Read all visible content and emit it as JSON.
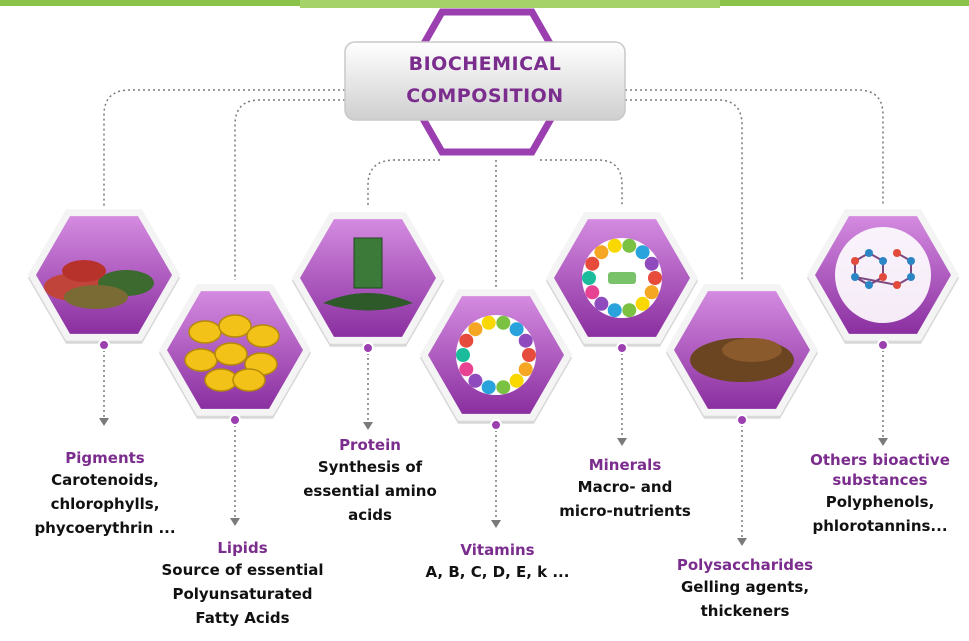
{
  "title": "BIOCHEMICAL\nCOMPOSITION",
  "colors": {
    "accent": "#7b2d8e",
    "border_green": "#8bc34a",
    "connector": "#7a7a7a",
    "hex_fill": "#b04fc0"
  },
  "components": [
    {
      "id": "pigments",
      "title": "Pigments",
      "description": "Carotenoids,\nchlorophylls,\nphycoerythrin ...",
      "image_icon": "pigment-powders-icon"
    },
    {
      "id": "lipids",
      "title": "Lipids",
      "description": "Source of essential\nPolyunsaturated\nFatty Acids",
      "image_icon": "oil-capsules-icon"
    },
    {
      "id": "protein",
      "title": "Protein",
      "description": "Synthesis of\nessential amino\nacids",
      "image_icon": "green-drink-icon"
    },
    {
      "id": "vitamins",
      "title": "Vitamins",
      "description": "A, B, C, D, E, k ...",
      "image_icon": "vitamin-circle-icon"
    },
    {
      "id": "minerals",
      "title": "Minerals",
      "description": "Macro- and\nmicro-nutrients",
      "image_icon": "mineral-circle-icon"
    },
    {
      "id": "polysaccharides",
      "title": "Polysaccharides",
      "description": "Gelling agents,\nthickeners",
      "image_icon": "brown-powder-icon"
    },
    {
      "id": "others",
      "title": "Others bioactive\nsubstances",
      "description": "Polyphenols,\nphlorotannins...",
      "image_icon": "molecule-structure-icon"
    }
  ]
}
